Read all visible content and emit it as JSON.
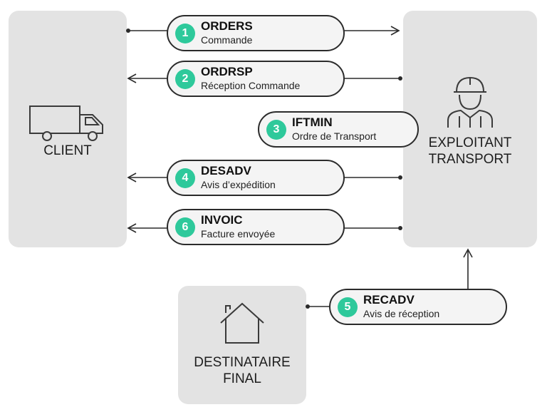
{
  "actors": {
    "client": "CLIENT",
    "transport": "EXPLOITANT\nTRANSPORT",
    "destinataire": "DESTINATAIRE\nFINAL"
  },
  "messages": [
    {
      "number": "1",
      "code": "ORDERS",
      "label": "Commande"
    },
    {
      "number": "2",
      "code": "ORDRSP",
      "label": "Réception Commande"
    },
    {
      "number": "3",
      "code": "IFTMIN",
      "label": "Ordre de Transport"
    },
    {
      "number": "4",
      "code": "DESADV",
      "label": "Avis d’expédition"
    },
    {
      "number": "6",
      "code": "INVOIC",
      "label": "Facture envoyée"
    },
    {
      "number": "5",
      "code": "RECADV",
      "label": "Avis de réception"
    }
  ],
  "icons": {
    "client": "truck-icon",
    "transport": "worker-hardhat-icon",
    "destinataire": "house-icon"
  },
  "colors": {
    "badge": "#2ec99b",
    "box": "#e3e3e3",
    "line": "#2b2b2b"
  }
}
